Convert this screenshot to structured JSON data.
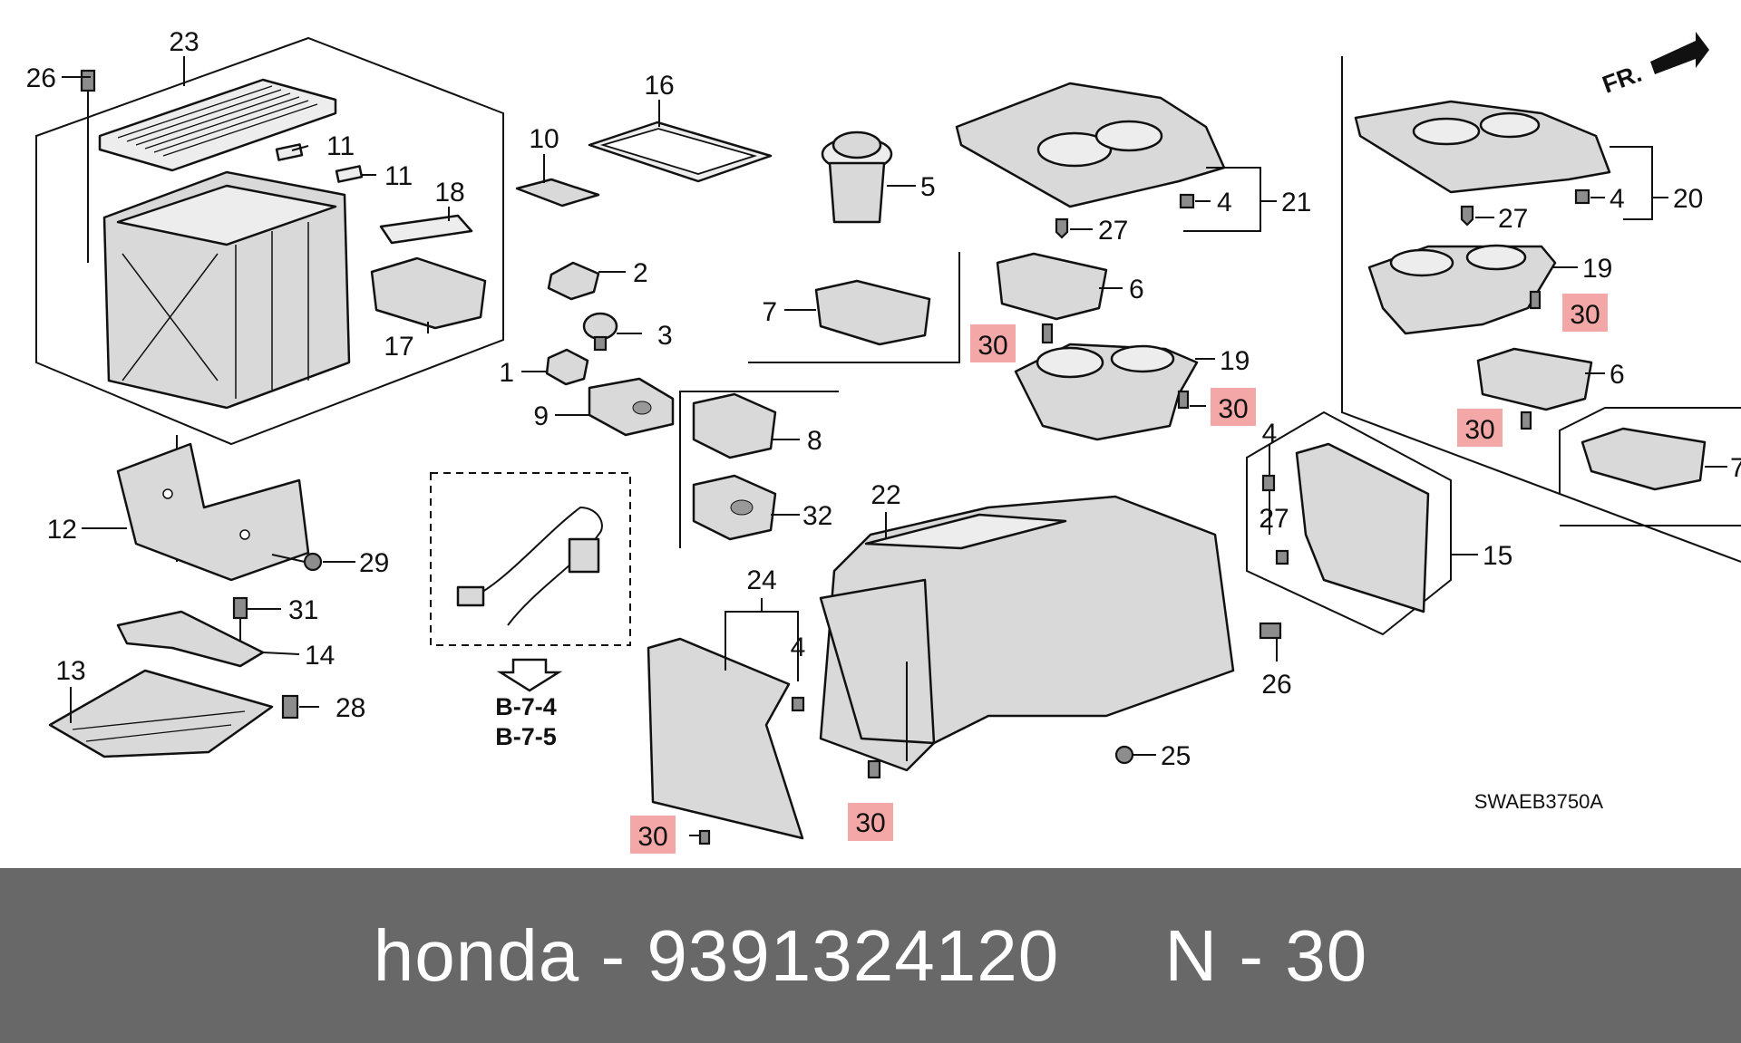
{
  "diagram": {
    "callouts": [
      "1",
      "2",
      "3",
      "4",
      "5",
      "6",
      "7",
      "8",
      "9",
      "10",
      "11",
      "12",
      "13",
      "14",
      "15",
      "16",
      "17",
      "18",
      "19",
      "20",
      "21",
      "22",
      "23",
      "24",
      "25",
      "26",
      "27",
      "28",
      "29",
      "30",
      "31",
      "32"
    ],
    "highlighted_part": "30",
    "highlight_color": "#f4a7a7",
    "refs": [
      "B-7-4",
      "B-7-5"
    ],
    "front_marker": "FR.",
    "diagram_code": "SWAEB3750A"
  },
  "footer": {
    "brand": "honda",
    "separator": " - ",
    "part_number": "9391324120",
    "position_label": "N - 30",
    "background": "#686868"
  }
}
